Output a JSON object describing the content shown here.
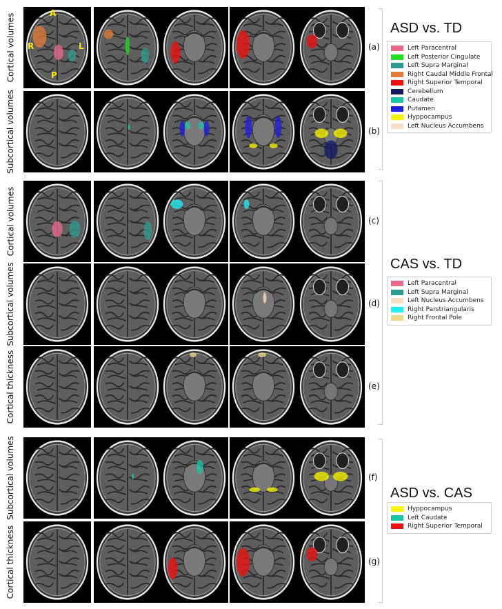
{
  "comparisons": [
    {
      "title": "ASD vs. TD",
      "legend": [
        {
          "label": "Left Paracentral",
          "color": "#e8698c"
        },
        {
          "label": "Left Posterior Cingulate",
          "color": "#22dd22"
        },
        {
          "label": "Left Supra Marginal",
          "color": "#2e9c8c"
        },
        {
          "label": "Right Caudal Middle Frontal",
          "color": "#e07b39"
        },
        {
          "label": "Right Superior Temporal",
          "color": "#ee1111"
        },
        {
          "label": "Cerebellum",
          "color": "#101a60"
        },
        {
          "label": "Caudate",
          "color": "#19c7a3"
        },
        {
          "label": "Putamen",
          "color": "#1f1fe0"
        },
        {
          "label": "Hyppocampus",
          "color": "#f5f500"
        },
        {
          "label": "Left Nucleus Accumbens",
          "color": "#f8e0c8"
        }
      ]
    },
    {
      "title": "CAS vs. TD",
      "legend": [
        {
          "label": "Left Paracentral",
          "color": "#e8698c"
        },
        {
          "label": "Left Supra Marginal",
          "color": "#2e9c8c"
        },
        {
          "label": "Left Nucleus Accumbens",
          "color": "#f8e0c8"
        },
        {
          "label": "Right Parstriangularis",
          "color": "#22eeee"
        },
        {
          "label": "Right Frontal Pole",
          "color": "#eed98a"
        }
      ]
    },
    {
      "title": "ASD vs. CAS",
      "legend": [
        {
          "label": "Hyppocampus",
          "color": "#f5f500"
        },
        {
          "label": "Left Caudate",
          "color": "#19c7a3"
        },
        {
          "label": "Right Superior Temporal",
          "color": "#ee1111"
        }
      ]
    }
  ],
  "rows": [
    {
      "label": "Cortical volumes",
      "tag": "(a)"
    },
    {
      "label": "Subcortical volumes",
      "tag": "(b)"
    },
    {
      "label": "Cortical volumes",
      "tag": "(c)"
    },
    {
      "label": "Subcortical volumes",
      "tag": "(d)"
    },
    {
      "label": "Cortical thickness",
      "tag": "(e)"
    },
    {
      "label": "Subcortical volumes",
      "tag": "(f)"
    },
    {
      "label": "Cortical thickness",
      "tag": "(g)"
    }
  ],
  "orientation": {
    "anterior": "A",
    "posterior": "P",
    "right": "R",
    "left": "L"
  }
}
